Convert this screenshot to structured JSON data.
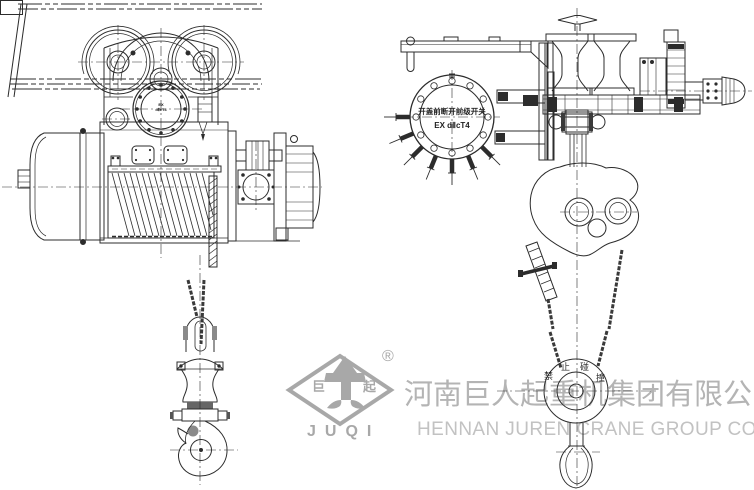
{
  "colors": {
    "background": "#ffffff",
    "line": "#2c2c2c",
    "watermark_logo": "#a8a8a8",
    "watermark_cn_text": "#b4b4b4",
    "watermark_en_text": "#c2c2c2"
  },
  "drawing": {
    "left_view": {
      "description": "electric wire rope hoist with trolley on I-beam, front view",
      "tiny_marking": {
        "line1": "EX",
        "line2": "dⅡcT4"
      }
    },
    "right_view": {
      "description": "hoist side view with explosion-proof switch box, sheave block and hook",
      "control_box": {
        "line1": "开盖前断开前级开关",
        "line2": "EX dⅡcT4"
      },
      "limit_disc": {
        "c1": "禁",
        "c2": "止",
        "c3": "碰",
        "c4": "撞"
      }
    }
  },
  "watermark": {
    "logo_left_char": "巨",
    "logo_right_char": "起",
    "registered_mark": "®",
    "logo_latin": "JUQI",
    "company_name_cn": "河南巨人起重机集团有限公司",
    "company_name_en": "HENNAN JUREN CRANE GROUP CO.LTD"
  }
}
